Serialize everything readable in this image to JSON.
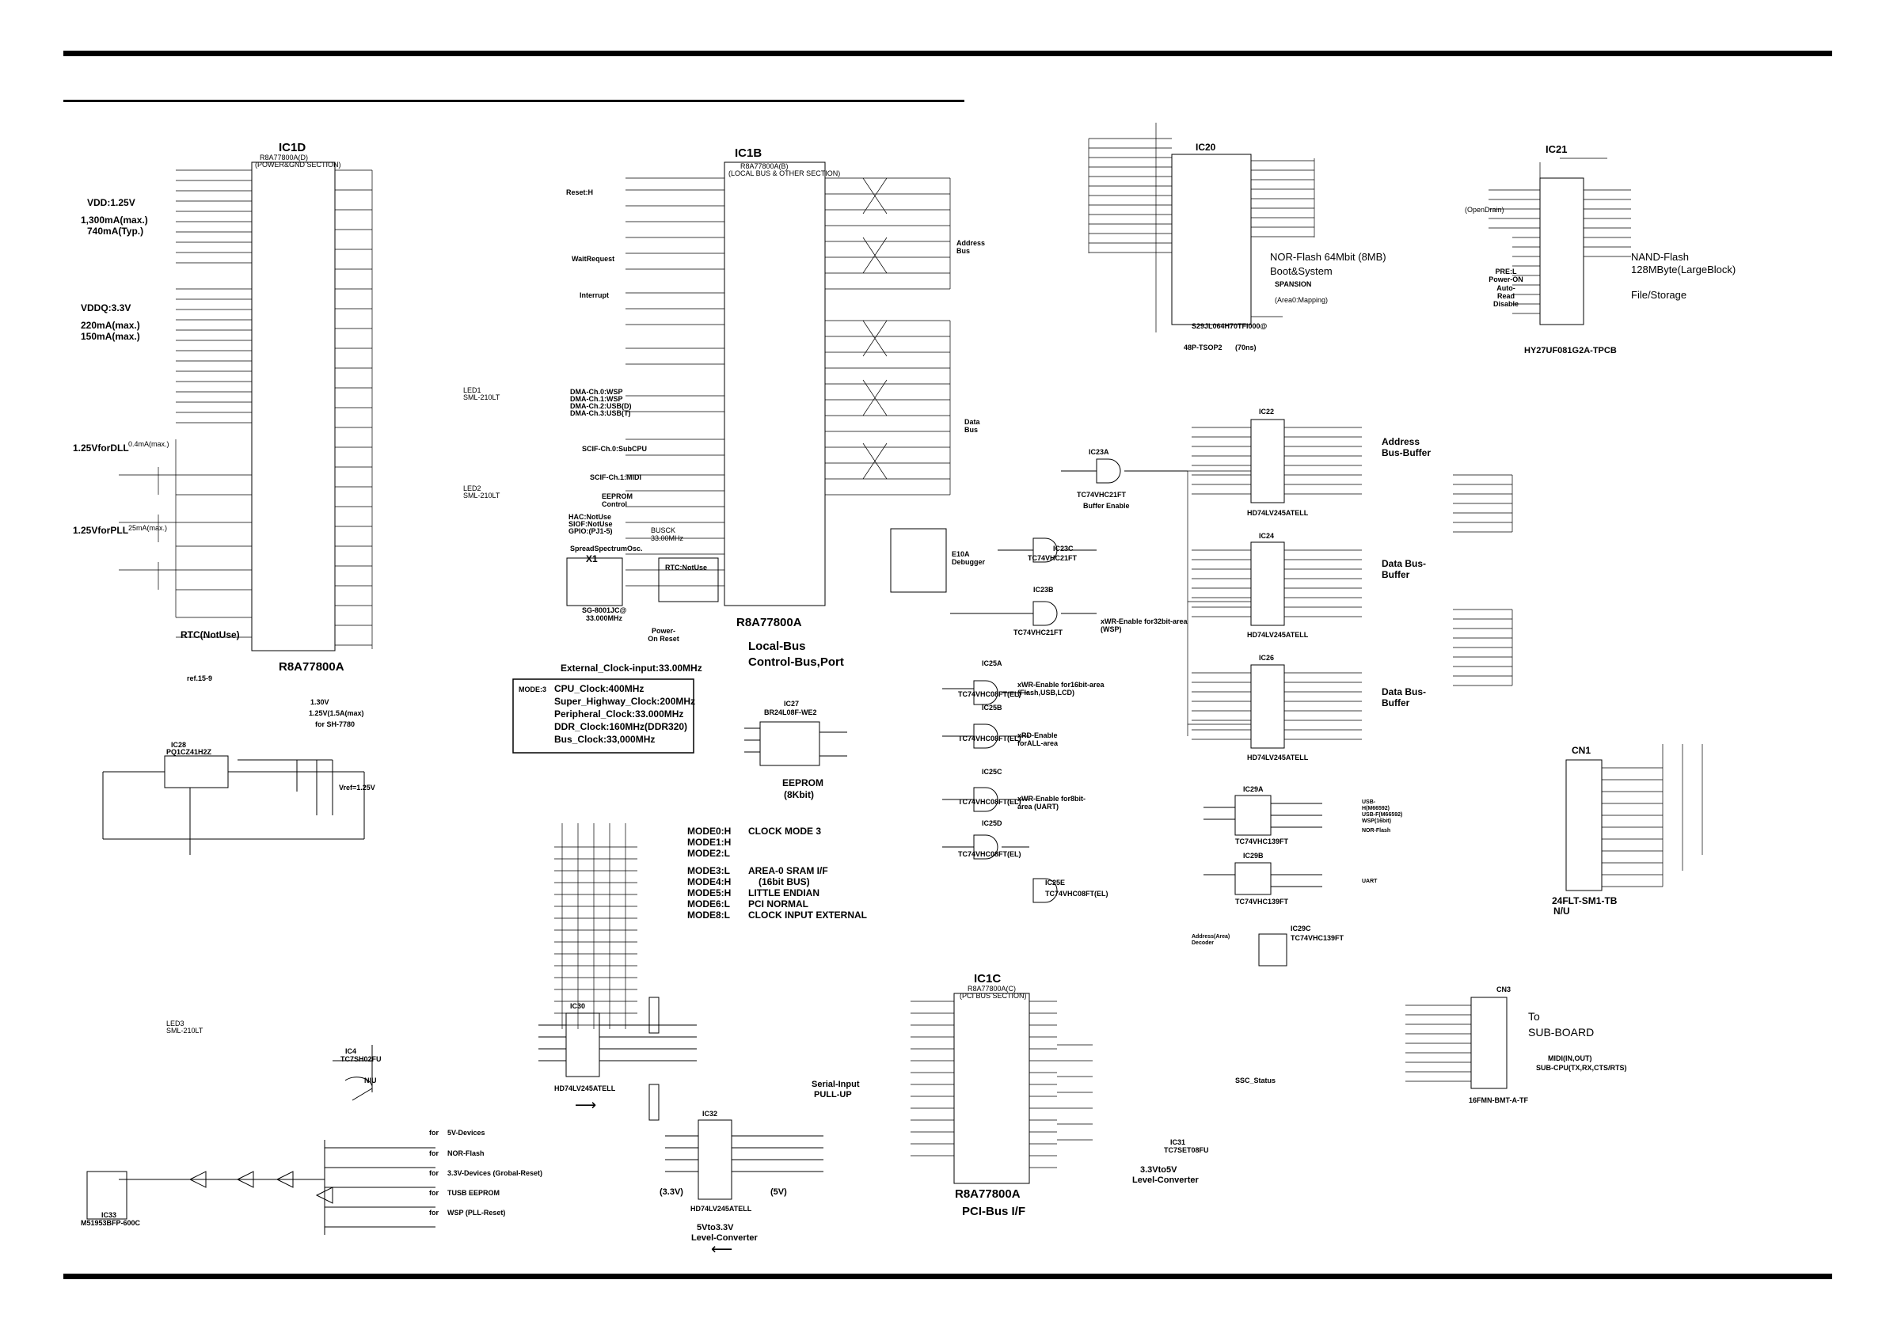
{
  "sheet": {
    "ic1d": {
      "ref": "IC1D",
      "part": "R8A77800A",
      "pin_label_top": "R8A77800A(D)",
      "section": "(POWER&GND SECTION)",
      "vdd_title": "VDD:1.25V",
      "vdd_current_max": "1,300mA(max.)",
      "vdd_current_typ": "740mA(Typ.)",
      "vddq_title": "VDDQ:3.3V",
      "vddq_current_max": "220mA(max.)",
      "vddq_current_typ": "150mA(max.)",
      "dll_title": "1.25VforDLL",
      "dll_current": "0.4mA(max.)",
      "pll_title": "1.25VforPLL",
      "pll_current": "25mA(max.)",
      "rtc_note": "RTC(NotUse)",
      "ref_note": "ref.15-9"
    },
    "ic1b": {
      "ref": "IC1B",
      "part": "R8A77800A",
      "pin_label_top": "R8A77800A(B)",
      "section": "(LOCAL BUS & OTHER SECTION)",
      "title1": "Local-Bus",
      "title2": "Control-Bus,Port",
      "reset_label": "Reset:H",
      "wait_label": "WaitRequest",
      "interrupt_label": "Interrupt",
      "dma_labels": [
        "DMA-Ch.0:WSP",
        "DMA-Ch.1:WSP",
        "DMA-Ch.2:USB(D)",
        "DMA-Ch.3:USB(T)"
      ],
      "scif0_label": "SCIF-Ch.0:SubCPU",
      "scif1_label": "SCIF-Ch.1:MIDI",
      "eeprom_label": "EEPROM Control",
      "hac_labels": [
        "HAC:NotUse",
        "SIOF:NotUse",
        "GPIO:(PJ1-5)"
      ],
      "busclk_label": "BUSCK 33.00MHz",
      "osc_label": "SpreadSpectrumOsc.",
      "osc_ref": "X1",
      "osc_part": "SG-8001JC@",
      "osc_freq": "33.000MHz",
      "rtc_label": "RTC:NotUse",
      "power_on_reset": "Power-On Reset",
      "address_bus": "Address Bus",
      "data_bus": "Data Bus",
      "e10a_label": "E10A Debugger"
    },
    "clock_note": {
      "title": "External_Clock-input:33.00MHz",
      "mode": "MODE:3",
      "lines": [
        "CPU_Clock:400MHz",
        "Super_Highway_Clock:200MHz",
        "Peripheral_Clock:33.000MHz",
        "DDR_Clock:160MHz(DDR320)",
        "Bus_Clock:33,000MHz"
      ]
    },
    "ic27": {
      "ref": "IC27",
      "part": "BR24L08F-WE2",
      "label1": "EEPROM",
      "label2": "(8Kbit)"
    },
    "ic28": {
      "ref": "IC28",
      "part": "PQ1CZ41H2Z",
      "vout": "1.30V",
      "vout_note": "1.25V(1.5A(max)",
      "for": "for SH-7780",
      "vref": "Vref=1.25V"
    },
    "mode_settings": [
      {
        "name": "MODE0:H",
        "desc": "CLOCK  MODE  3"
      },
      {
        "name": "MODE1:H",
        "desc": ""
      },
      {
        "name": "MODE2:L",
        "desc": ""
      },
      {
        "name": "MODE3:L",
        "desc": "AREA-0  SRAM  I/F"
      },
      {
        "name": "MODE4:H",
        "desc": "(16bit  BUS)"
      },
      {
        "name": "MODE5:H",
        "desc": "LITTLE  ENDIAN"
      },
      {
        "name": "MODE6:L",
        "desc": "PCI  NORMAL"
      },
      {
        "name": "MODE8:L",
        "desc": "CLOCK  INPUT  EXTERNAL"
      }
    ],
    "ic1c": {
      "ref": "IC1C",
      "part": "R8A77800A",
      "pin_label_top": "R8A77800A(C)",
      "section": "(PCI BUS SECTION)",
      "title": "PCI-Bus  I/F"
    },
    "ic20": {
      "ref": "IC20",
      "part": "S29JL064H70TFI000@",
      "package": "48P-TSOP2",
      "speed": "(70ns)",
      "maker": "SPANSION",
      "desc1": "NOR-Flash  64Mbit (8MB)",
      "desc2": "Boot&System",
      "desc3": "(Area0:Mapping)"
    },
    "ic21": {
      "ref": "IC21",
      "part": "HY27UF081G2A-TPCB",
      "desc1": "NAND-Flash",
      "desc2": "128MByte(LargeBlock)",
      "desc3": "File/Storage",
      "note": "PRE:L Power-ON Auto-Read Disable",
      "opendrain": "(OpenDrain)"
    },
    "buffers": [
      {
        "ref": "IC22",
        "part": "HD74LV245ATELL",
        "label": "Address Bus-Buffer"
      },
      {
        "ref": "IC24",
        "part": "HD74LV245ATELL",
        "label": "Data Bus-Buffer"
      },
      {
        "ref": "IC26",
        "part": "HD74LV245ATELL",
        "label": "Data Bus-Buffer"
      }
    ],
    "gates": [
      {
        "ref": "IC23A",
        "part": "TC74VHC21FT",
        "label": "Buffer Enable"
      },
      {
        "ref": "IC23C",
        "part": "TC74VHC21FT",
        "label": ""
      },
      {
        "ref": "IC23B",
        "part": "TC74VHC21FT",
        "label": "xWR-Enable for32bit-area  (WSP)"
      },
      {
        "ref": "IC25A",
        "part": "TC74VHC08FT(EL)",
        "label": "xWR-Enable for16bit-area  (Flash,USB,LCD)"
      },
      {
        "ref": "IC25B",
        "part": "TC74VHC08FT(EL)",
        "label": "xRD-Enable forALL-area"
      },
      {
        "ref": "IC25C",
        "part": "TC74VHC08FT(EL)",
        "label": "xWR-Enable for8bit-area  (UART)"
      },
      {
        "ref": "IC25D",
        "part": "TC74VHC08FT(EL)",
        "label": ""
      },
      {
        "ref": "IC25E",
        "part": "TC74VHC08FT(EL)",
        "label": ""
      }
    ],
    "decoders": [
      {
        "ref": "IC29A",
        "part": "TC74VHC139FT",
        "label": "USB-H(M66592) USB-F(M66592) WSP(16bit)"
      },
      {
        "ref": "IC29B",
        "part": "TC74VHC139FT",
        "label": "UART"
      },
      {
        "ref": "IC29C",
        "part": "TC74VHC139FT",
        "label": "Address(Area) Decoder"
      }
    ],
    "nor_flash_label": "NOR-Flash",
    "cn1": {
      "ref": "CN1",
      "part": "24FLT-SM1-TB",
      "note": "N/U"
    },
    "cn3": {
      "ref": "CN3",
      "part": "16FMN-BMT-A-TF",
      "to1": "To",
      "to2": "SUB-BOARD",
      "midi": "MIDI(IN,OUT)",
      "subcpu": "SUB-CPU(TX,RX,CTS/RTS)"
    },
    "ic30": {
      "ref": "IC30",
      "part": "HD74LV245ATELL"
    },
    "ic32": {
      "ref": "IC32",
      "part": "HD74LV245ATELL",
      "serial_title1": "Serial-Input",
      "serial_title2": "PULL-UP",
      "v33": "(3.3V)",
      "v5": "(5V)",
      "conv1": "5Vto3.3V",
      "conv2": "Level-Converter"
    },
    "ic31": {
      "ref": "IC31",
      "part": "TC7SET08FU",
      "conv1": "3.3Vto5V",
      "conv2": "Level-Converter"
    },
    "ssc_status": "SSC_Status",
    "ic4": {
      "ref": "IC4",
      "part": "TC7SH02FU",
      "note": "NIU"
    },
    "ic33": {
      "ref": "IC33",
      "part": "M51953BFP-600C"
    },
    "reset_targets": [
      {
        "for": "for",
        "what": "5V-Devices"
      },
      {
        "for": "for",
        "what": "NOR-Flash"
      },
      {
        "for": "for",
        "what": "3.3V-Devices  (Grobal-Reset)"
      },
      {
        "for": "for",
        "what": "TUSB  EEPROM"
      },
      {
        "for": "for",
        "what": "WSP  (PLL-Reset)"
      }
    ],
    "leds": [
      {
        "ref": "LED1",
        "part": "SML-210LT"
      },
      {
        "ref": "LED2",
        "part": "SML-210LT"
      },
      {
        "ref": "LED3",
        "part": "SML-210LT"
      }
    ]
  }
}
